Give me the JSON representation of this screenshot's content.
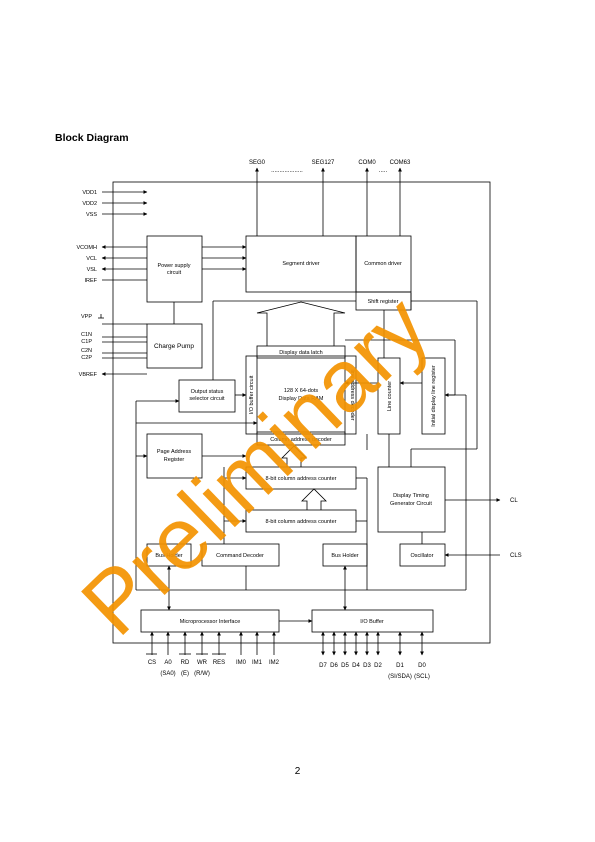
{
  "page": {
    "heading": "Block Diagram",
    "page_number": "2"
  },
  "watermark": "Preliminary",
  "colors": {
    "watermark": "#f39200",
    "line": "#000000",
    "background": "#ffffff"
  },
  "top_pins": {
    "seg0": "SEG0",
    "seg127": "SEG127",
    "com0": "COM0",
    "com63": "COM63",
    "dots1": "...................",
    "dots2": "....."
  },
  "left_pins": {
    "vdd1": "VDD1",
    "vdd2": "VDD2",
    "vss": "VSS",
    "vcomh": "VCOMH",
    "vcl": "VCL",
    "vsl": "VSL",
    "iref": "IREF",
    "vpp": "VPP",
    "c1n": "C1N",
    "c1p": "C1P",
    "c2n": "C2N",
    "c2p": "C2P",
    "vbref": "VBREF"
  },
  "blocks": {
    "power_supply": [
      "Power supply",
      "circuit"
    ],
    "charge_pump": "Charge Pump",
    "segment_driver": "Segment driver",
    "common_driver": "Common driver",
    "shift_register": "Shift register",
    "display_data_latch": "Display data latch",
    "output_status": [
      "Output status",
      "selector circuit"
    ],
    "io_buffer_circuit": "I/O buffer circuit",
    "ram": [
      "128 X 64-dots",
      "Display Data RAM"
    ],
    "line_address_decoder": "line address decoder",
    "line_counter": "Line counter",
    "initial_line_register": "Initial display line register",
    "column_address_decoder": "Column address decoder",
    "page_address_register": [
      "Page Address",
      "Register"
    ],
    "column_counter_1": "8-bit column address counter",
    "column_counter_2": "8-bit column address counter",
    "display_timing": [
      "Display Timing",
      "Generator Circuit"
    ],
    "bus_holder_left": "Bus Holder",
    "command_decoder": "Command Decoder",
    "bus_holder_right": "Bus Holder",
    "oscillator": "Oscillator",
    "mpu_interface": "Microprocessor Interface",
    "io_buffer": "I/O Buffer"
  },
  "right_pins": {
    "cl": "CL",
    "cls": "CLS"
  },
  "bottom_pins": {
    "cs": "CS",
    "a0": "A0",
    "a0_alt": "(SA0)",
    "rd": "RD",
    "rd_alt": "(E)",
    "wr": "WR",
    "wr_alt": "(R/W)",
    "res": "RES",
    "im0": "IM0",
    "im1": "IM1",
    "im2": "IM2",
    "d7": "D7",
    "d6": "D6",
    "d5": "D5",
    "d4": "D4",
    "d3": "D3",
    "d2": "D2",
    "d1": "D1",
    "d1_alt": "(SI/SDA)",
    "d0": "D0",
    "d0_alt": "(SCL)"
  }
}
